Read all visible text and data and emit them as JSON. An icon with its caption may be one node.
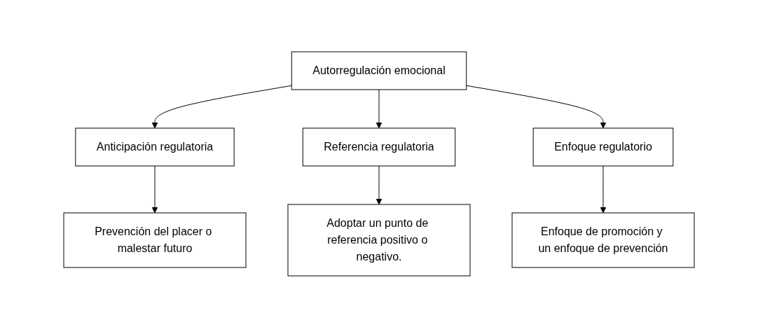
{
  "diagram": {
    "nodes": [
      {
        "text": [
          "Autorregulación emocional"
        ]
      },
      {
        "text": [
          "Anticipación regulatoria"
        ]
      },
      {
        "text": [
          "Referencia regulatoria"
        ]
      },
      {
        "text": [
          "Enfoque regulatorio"
        ]
      },
      {
        "text": [
          "Prevención del placer o malestar futuro"
        ]
      },
      {
        "text": [
          "Adoptar un punto de referencia positivo o negativo."
        ]
      },
      {
        "text": [
          "Enfoque de promoción y un enfoque de prevención"
        ]
      }
    ],
    "edges": [
      {
        "from": 0,
        "to": 1,
        "arrow": "to"
      },
      {
        "from": 0,
        "to": 2,
        "arrow": "to"
      },
      {
        "from": 0,
        "to": 3,
        "arrow": "to"
      },
      {
        "from": 1,
        "to": 4,
        "arrow": "to"
      },
      {
        "from": 2,
        "to": 5,
        "arrow": "to"
      },
      {
        "from": 3,
        "to": 6,
        "arrow": "to"
      }
    ]
  }
}
